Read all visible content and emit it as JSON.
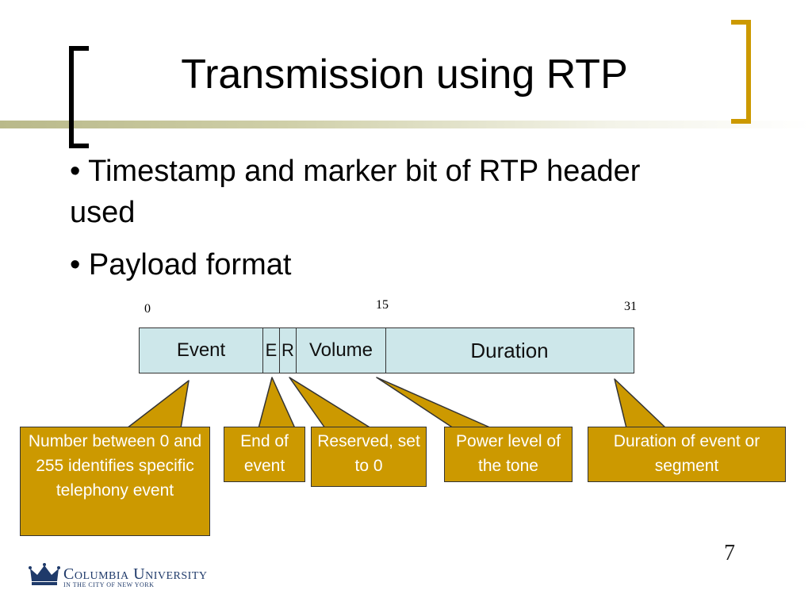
{
  "slide": {
    "title": "Transmission using RTP",
    "bullets": [
      "• Timestamp and marker bit of RTP header used",
      "• Payload format"
    ],
    "page_number": "7"
  },
  "diagram": {
    "bit_labels": [
      "0",
      "15",
      "31"
    ],
    "fields": [
      "Event",
      "E",
      "R",
      "Volume",
      "Duration"
    ],
    "callouts": [
      "Number between 0 and 255 identifies specific telephony event",
      "End of event",
      "Reserved, set to 0",
      "Power level of the tone",
      "Duration of event or segment"
    ]
  },
  "logo": {
    "name": "Columbia University",
    "tagline": "IN THE CITY OF NEW YORK"
  },
  "colors": {
    "accent": "#cc9900",
    "field_fill": "#cde7ea",
    "bracket_left": "#000000",
    "bracket_right": "#cc9900"
  },
  "icons": [
    "crown-icon"
  ]
}
